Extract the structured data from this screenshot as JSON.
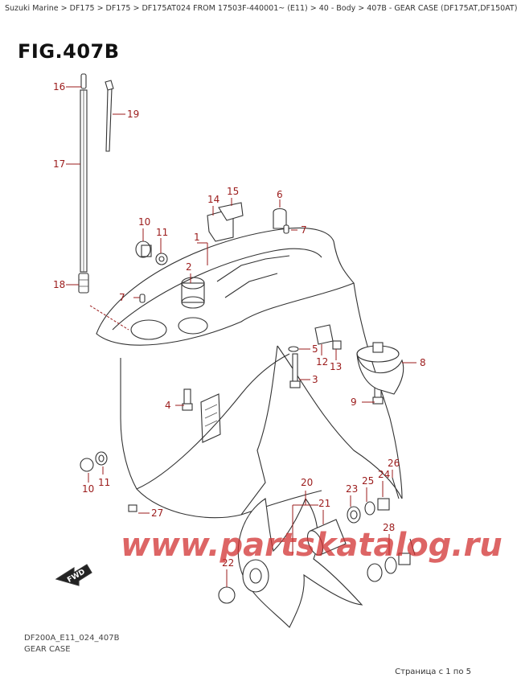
{
  "breadcrumb": {
    "text": "Suzuki Marine > DF175 > DF175 > DF175AT024 FROM 17503F-440001~ (E11) > 40 - Body > 407B - GEAR CASE (DF175AT,DF150AT)"
  },
  "figure": {
    "title": "FIG.407B",
    "code": "DF200A_E11_024_407B",
    "caption": "GEAR CASE",
    "fwd_label": "FWD"
  },
  "callouts": {
    "c1": "1",
    "c2": "2",
    "c4": "4",
    "c5": "5",
    "c6": "6",
    "c7a": "7",
    "c7b": "7",
    "c8": "8",
    "c9": "9",
    "c10a": "10",
    "c10b": "10",
    "c11a": "11",
    "c11b": "11",
    "c12": "12",
    "c13": "13",
    "c14": "14",
    "c15": "15",
    "c16": "16",
    "c17": "17",
    "c18": "18",
    "c19": "19",
    "c20": "20",
    "c21": "21",
    "c22": "22",
    "c23": "23",
    "c24": "24",
    "c25": "25",
    "c26": "26",
    "c27": "27",
    "c28": "28",
    "c3": "3"
  },
  "watermark": "www.partskatalog.ru",
  "pagination": "Страница с 1 по 5",
  "colors": {
    "callout": "#9b1b1b",
    "watermark": "#d23232"
  }
}
